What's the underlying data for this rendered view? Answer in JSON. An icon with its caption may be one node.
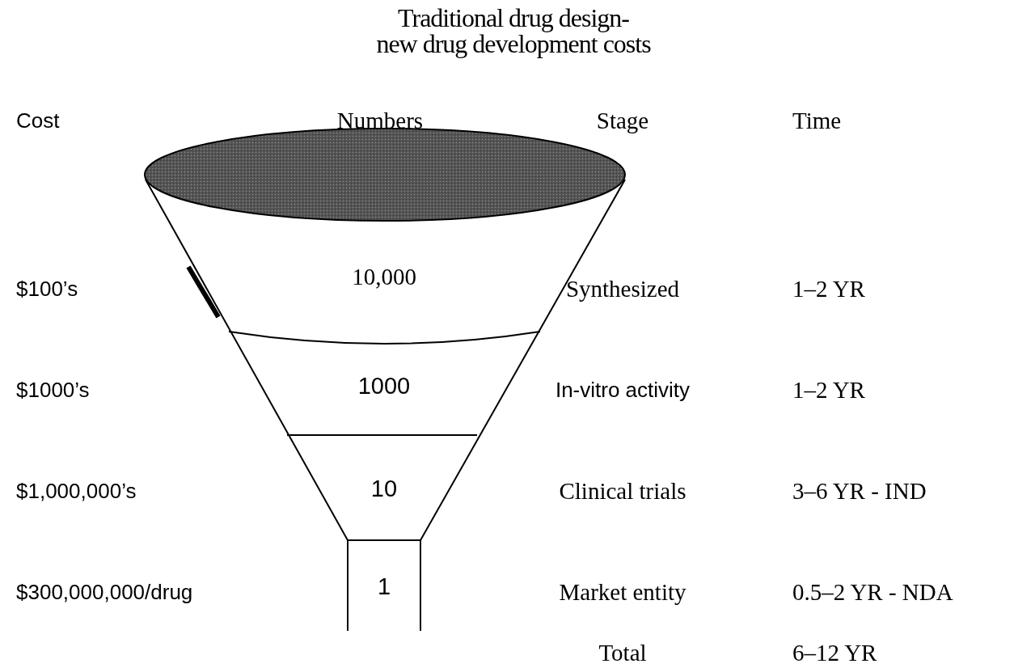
{
  "diagram": {
    "title": "Traditional drug design- new drug development costs",
    "nodes": [
      {
        "text": [
          "10,000"
        ]
      },
      {
        "text": [
          "1000"
        ]
      },
      {
        "text": [
          "10"
        ]
      },
      {
        "text": [
          "1"
        ]
      }
    ],
    "labels": [
      "Cost",
      "Numbers",
      "Stage",
      "Time",
      "$100’s",
      "Synthesized",
      "1–2 YR",
      "$1000’s",
      "In-vitro activity",
      "1–2 YR",
      "$1,000,000’s",
      "Clinical trials",
      "3–6 YR - IND",
      "$300,000,000/drug",
      "Market entity",
      "0.5–2 YR - NDA",
      "Total",
      "6–12 YR"
    ]
  }
}
